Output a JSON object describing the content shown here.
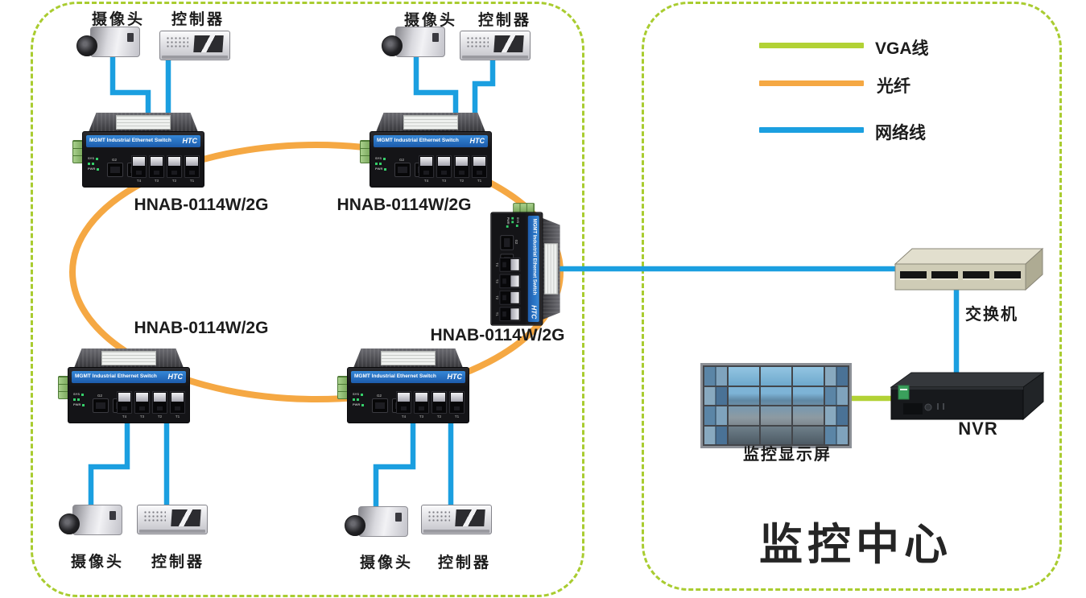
{
  "legend": {
    "items": [
      {
        "label": "VGA线",
        "color": "#b2d235"
      },
      {
        "label": "光纤",
        "color": "#f5a843"
      },
      {
        "label": "网络线",
        "color": "#1b9fe0"
      }
    ]
  },
  "switch_face": {
    "header": "MGMT Industrial Ethernet Switch",
    "brand": "HTC",
    "sfp_labels": [
      "G2",
      "G1"
    ],
    "port_labels": [
      "T4",
      "T3",
      "T2",
      "T1"
    ],
    "led_labels": [
      "SYS",
      "PWR"
    ]
  },
  "model_labels": [
    "HNAB-0114W/2G",
    "HNAB-0114W/2G",
    "HNAB-0114W/2G",
    "HNAB-0114W/2G"
  ],
  "assemblies": [
    {
      "camera": "摄像头",
      "controller": "控制器"
    },
    {
      "camera": "摄像头",
      "controller": "控制器"
    },
    {
      "camera": "摄像头",
      "controller": "控制器"
    },
    {
      "camera": "摄像头",
      "controller": "控制器"
    }
  ],
  "monitoring_center": {
    "title": "监控中心",
    "lan_switch_label": "交换机",
    "nvr_label": "NVR",
    "display_wall_label": "监控显示屏"
  }
}
